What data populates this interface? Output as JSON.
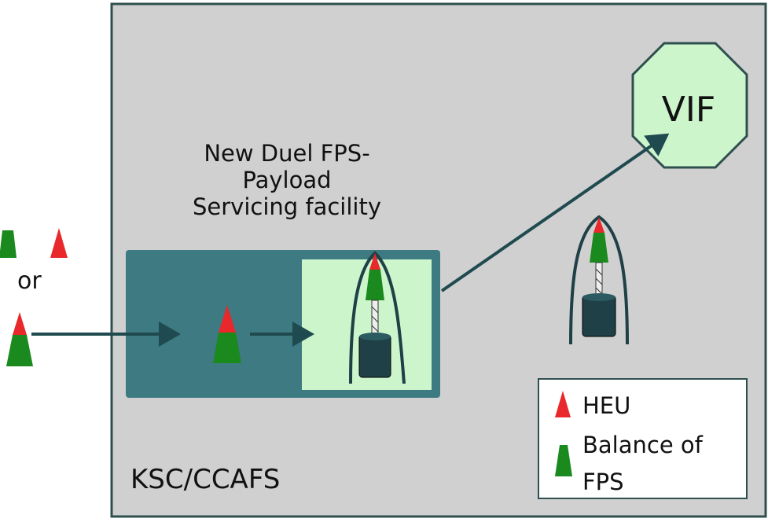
{
  "facility": {
    "title_lines": [
      "New Duel FPS-",
      "Payload",
      "Servicing facility"
    ]
  },
  "vif": {
    "label": "VIF"
  },
  "inputs": {
    "or_label": "or"
  },
  "site": {
    "label": "KSC/CCAFS"
  },
  "legend": {
    "heu_label": "HEU",
    "balance_label_line1": "Balance of",
    "balance_label_line2": "FPS"
  },
  "colors": {
    "site_fill": "#d0d0d0",
    "site_border": "#2f4f4f",
    "facility_fill": "#3e7a82",
    "bay_fill": "#ccf5cc",
    "vif_fill": "#ccf5cc",
    "heu": "#e8282a",
    "balance_of_fps": "#1a8a1e",
    "arrow": "#1f4a4f",
    "payload_base": "#1f4046"
  }
}
